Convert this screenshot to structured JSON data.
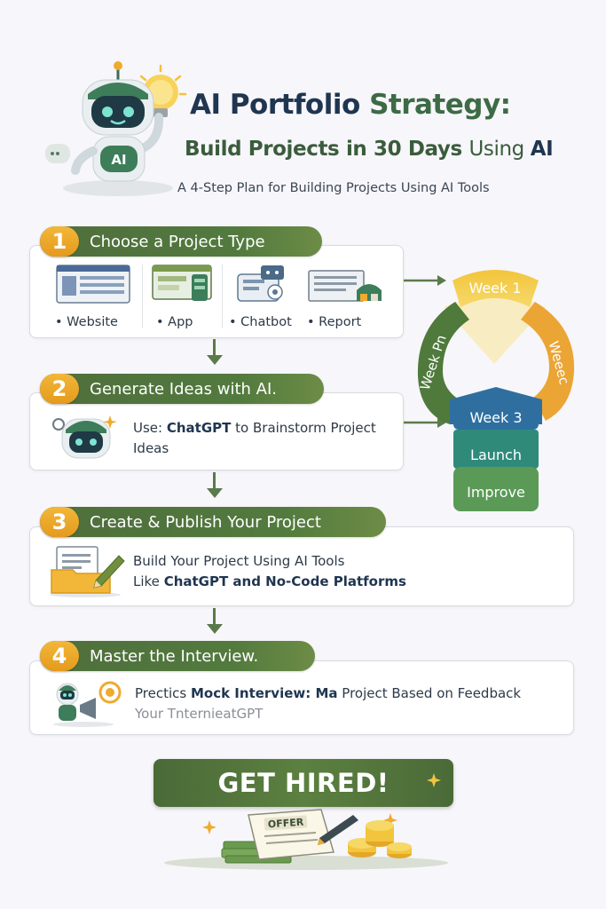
{
  "header": {
    "title_part1": "AI Portfolio ",
    "title_part2": "Strategy:",
    "subtitle_part1": "Build Projects in 30 Days ",
    "subtitle_part2": "Using ",
    "subtitle_part3": "AI",
    "tagline": "A 4-Step Plan for Building Projects Using AI Tools",
    "robot_badge": "AI"
  },
  "steps": [
    {
      "number": "1",
      "title": "Choose a Project Type",
      "items": [
        "• Website",
        "• App",
        "• Chatbot",
        "• Report"
      ]
    },
    {
      "number": "2",
      "title": "Generate Ideas with AI.",
      "text_prefix": "Use:  ",
      "text_bold": "ChatGPT",
      "text_suffix": " to Brainstorm Project",
      "text_line2": "Ideas"
    },
    {
      "number": "3",
      "title": "Create & Publish Your Project",
      "line1": "Build Your Project Using AI Tools",
      "line2_prefix": "Like ",
      "line2_bold": "ChatGPT and No-Code Platforms"
    },
    {
      "number": "4",
      "title": "Master the Interview.",
      "line1_prefix": "Prectics ",
      "line1_bold": "Mock Interview: Ma",
      "line1_suffix": " Project Based on Feedback",
      "line2": "Your TnternieatGPT"
    }
  ],
  "cycle": {
    "week1": "Week 1",
    "weekpn": "Week Pn",
    "weeec": "Weeec",
    "week3": "Week 3",
    "launch": "Launch",
    "improve": "Improve"
  },
  "cta": {
    "label": "GET HIRED!",
    "offer": "OFFER"
  },
  "colors": {
    "green_dark": "#4f6e3c",
    "orange": "#f0aa2e",
    "navy": "#1f3550",
    "teal": "#2f7f7f"
  }
}
